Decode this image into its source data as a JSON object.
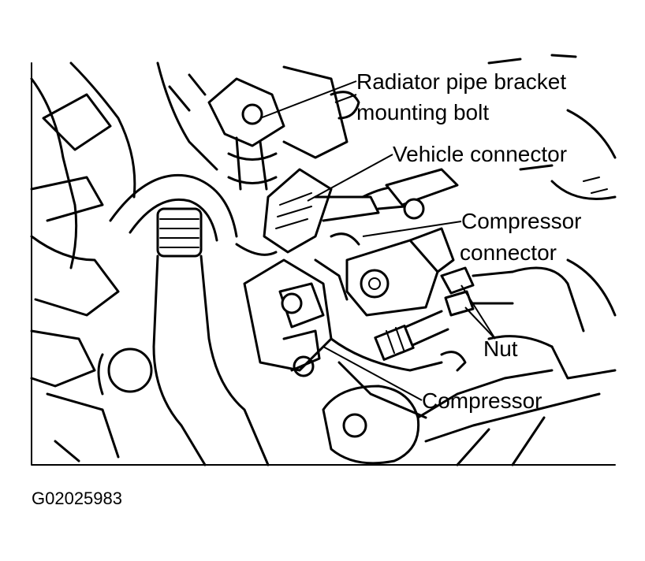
{
  "labels": {
    "radiator_pipe_bracket_line1": "Radiator pipe bracket",
    "radiator_pipe_bracket_line2": "mounting bolt",
    "vehicle_connector": "Vehicle connector",
    "compressor_connector_line1": "Compressor",
    "compressor_connector_line2": "connector",
    "nut": "Nut",
    "compressor": "Compressor"
  },
  "figure_id": "G02025983",
  "colors": {
    "line": "#000000",
    "background": "#ffffff"
  }
}
